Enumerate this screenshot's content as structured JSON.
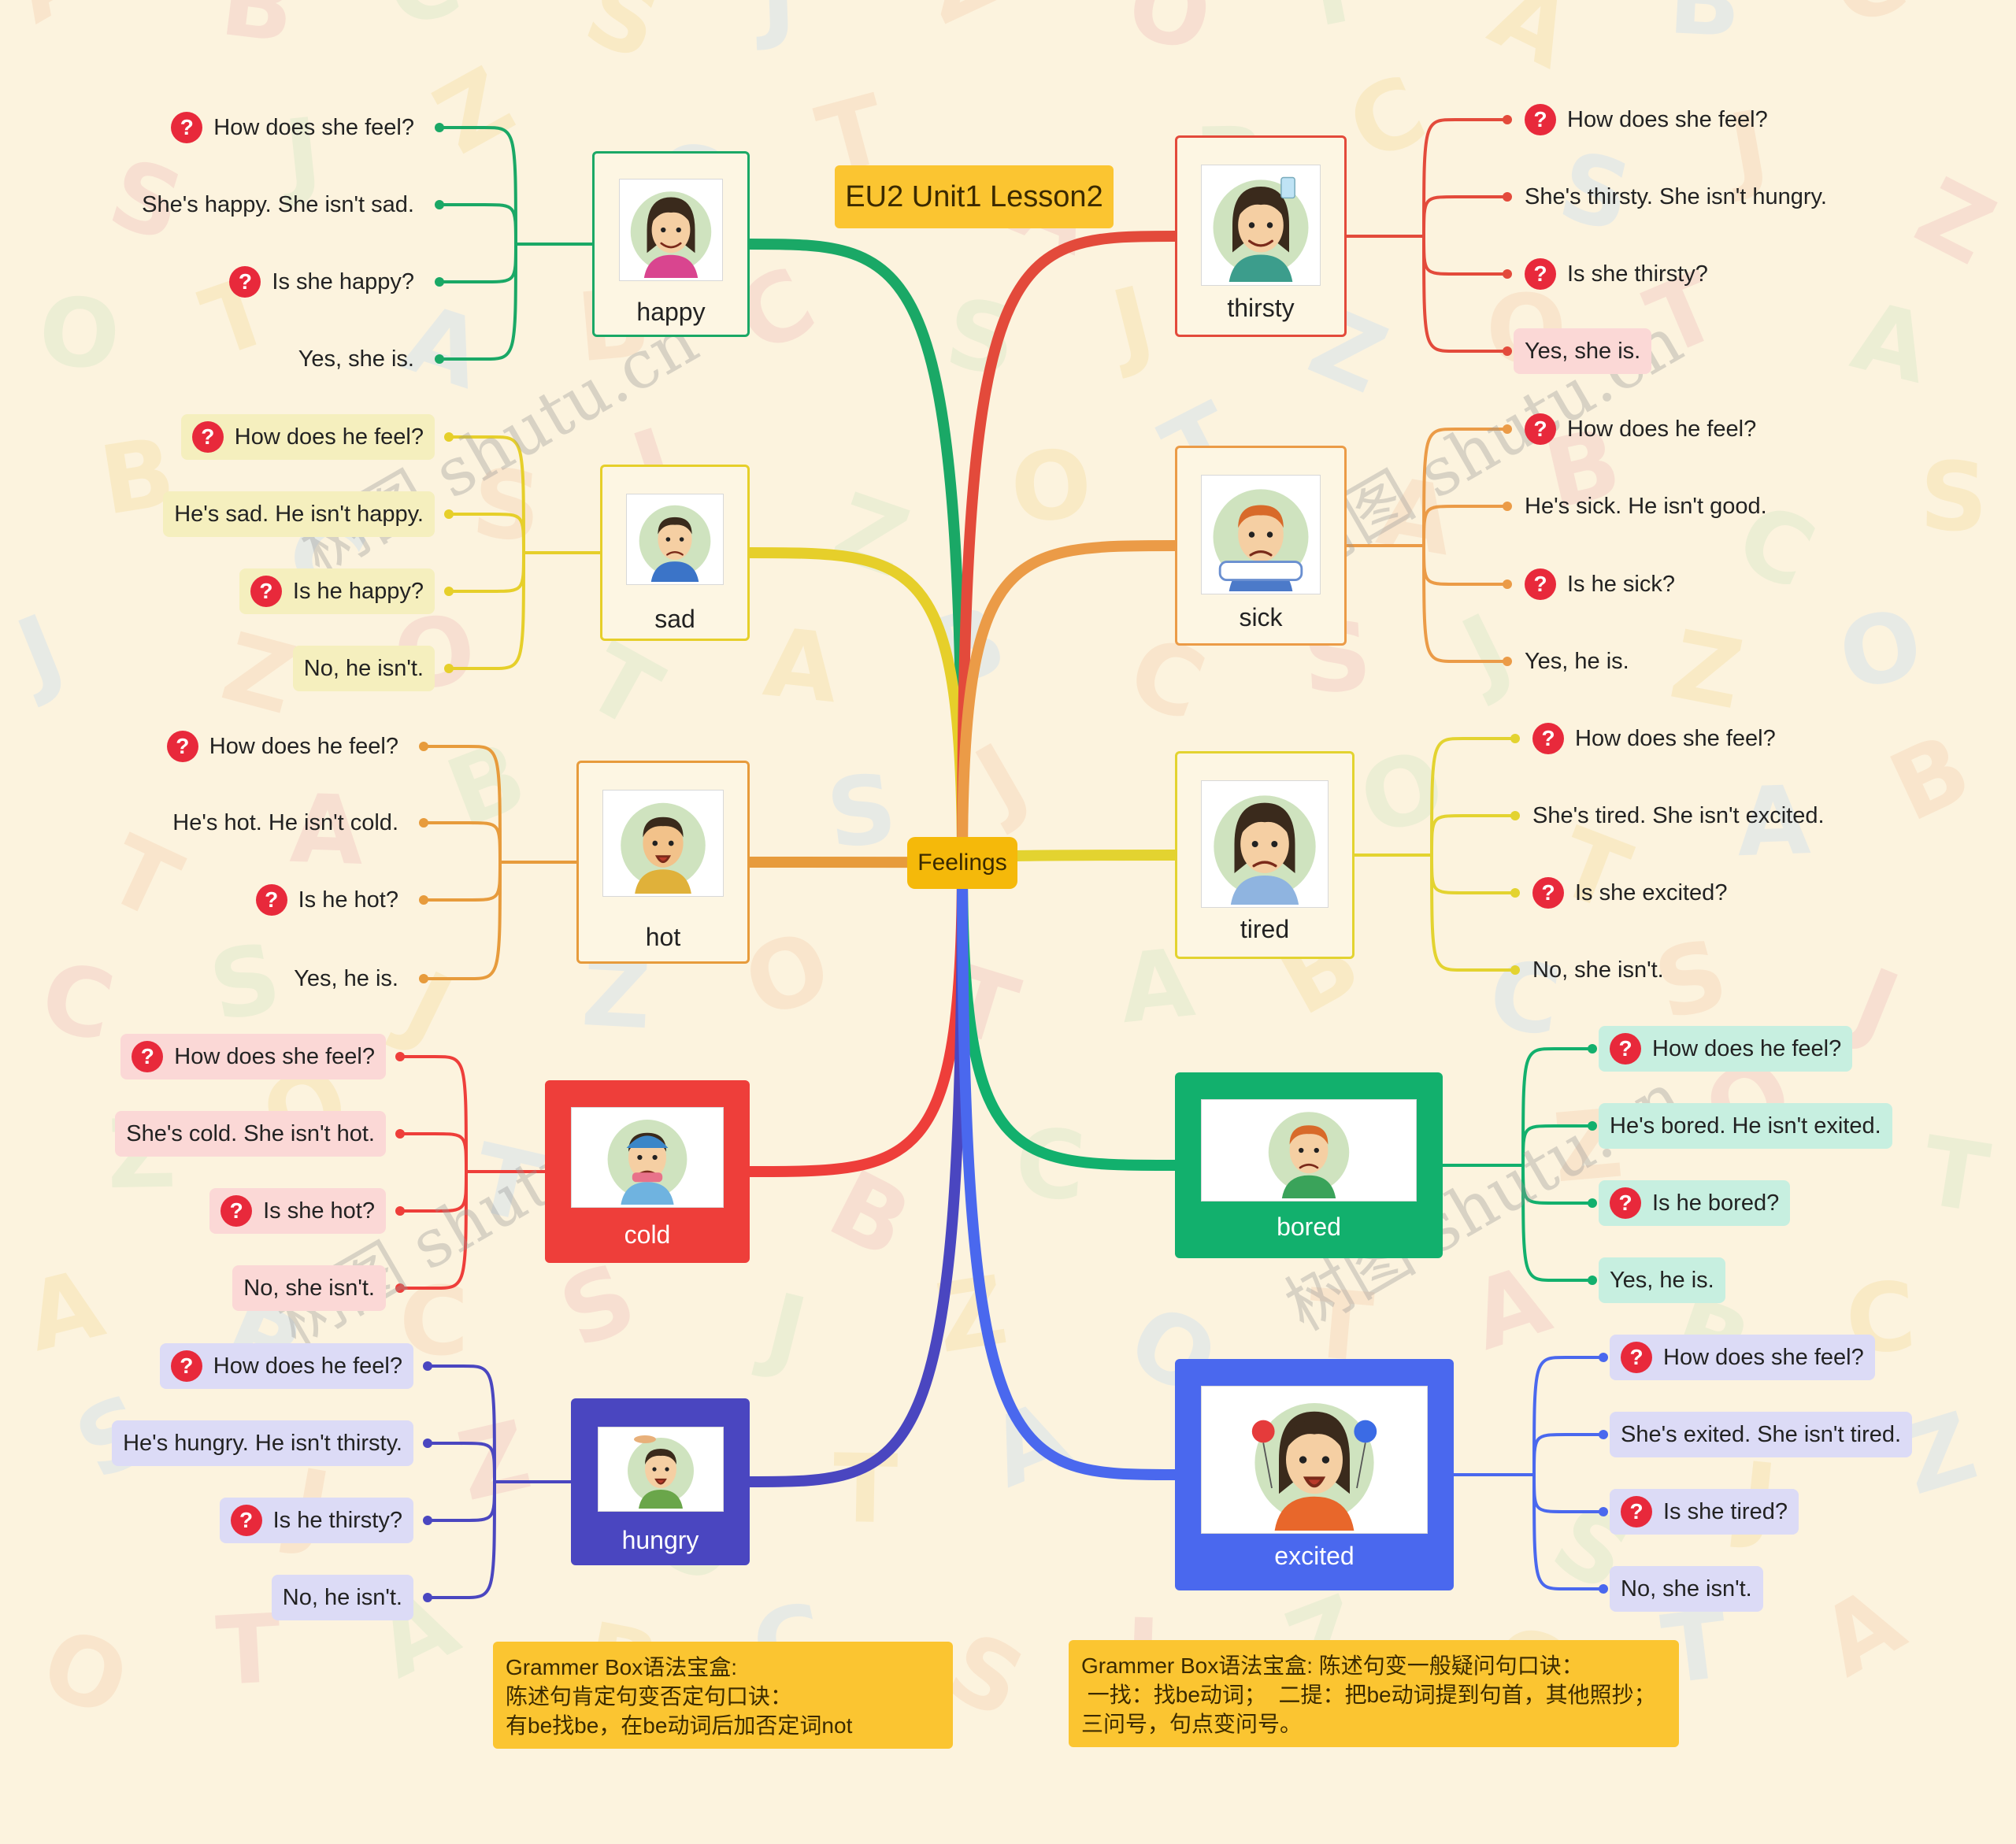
{
  "title": "EU2 Unit1 Lesson2",
  "center": "Feelings",
  "watermark": "树图 shutu.cn",
  "colors": {
    "background": "#fcf3de",
    "question_icon": "#e8293b",
    "central_box": "#f5b90a"
  },
  "topics": [
    {
      "label": "happy",
      "color": "#1aa866",
      "face": "girl-smiling",
      "leaves": [
        {
          "text": "How does she feel?",
          "question": true
        },
        {
          "text": "She's happy. She isn't sad.",
          "question": false
        },
        {
          "text": "Is she happy?",
          "question": true
        },
        {
          "text": "Yes, she is.",
          "question": false
        }
      ]
    },
    {
      "label": "sad",
      "color": "#e6cf2a",
      "face": "boy-sad",
      "leaves": [
        {
          "text": "How does he feel?",
          "question": true
        },
        {
          "text": "He's sad. He isn't happy.",
          "question": false
        },
        {
          "text": "Is he happy?",
          "question": true
        },
        {
          "text": "No, he isn't.",
          "question": false
        }
      ]
    },
    {
      "label": "hot",
      "color": "#e79b3c",
      "face": "boy-hot",
      "leaves": [
        {
          "text": "How does he feel?",
          "question": true
        },
        {
          "text": "He's hot. He isn't cold.",
          "question": false
        },
        {
          "text": "Is he hot?",
          "question": true
        },
        {
          "text": "Yes, he is.",
          "question": false
        }
      ]
    },
    {
      "label": "cold",
      "color": "#ee3e3a",
      "face": "child-cold",
      "leaves": [
        {
          "text": "How does she feel?",
          "question": true
        },
        {
          "text": "She's cold. She isn't hot.",
          "question": false
        },
        {
          "text": "Is she hot?",
          "question": true
        },
        {
          "text": "No, she isn't.",
          "question": false
        }
      ]
    },
    {
      "label": "hungry",
      "color": "#4a46c0",
      "face": "boy-hungry",
      "leaves": [
        {
          "text": "How does he feel?",
          "question": true
        },
        {
          "text": "He's hungry. He isn't thirsty.",
          "question": false
        },
        {
          "text": "Is he thirsty?",
          "question": true
        },
        {
          "text": "No, he isn't.",
          "question": false
        }
      ]
    },
    {
      "label": "thirsty",
      "color": "#e34a3b",
      "face": "girl-thirsty",
      "leaves": [
        {
          "text": "How does she feel?",
          "question": true
        },
        {
          "text": "She's thirsty. She isn't hungry.",
          "question": false
        },
        {
          "text": "Is she thirsty?",
          "question": true
        },
        {
          "text": "Yes, she is.",
          "question": false
        }
      ]
    },
    {
      "label": "sick",
      "color": "#eb9b47",
      "face": "boy-sick",
      "leaves": [
        {
          "text": "How does he feel?",
          "question": true
        },
        {
          "text": "He's sick. He isn't good.",
          "question": false
        },
        {
          "text": "Is he sick?",
          "question": true
        },
        {
          "text": "Yes, he is.",
          "question": false
        }
      ]
    },
    {
      "label": "tired",
      "color": "#e3d330",
      "face": "girl-tired",
      "leaves": [
        {
          "text": "How does she feel?",
          "question": true
        },
        {
          "text": "She's tired. She isn't excited.",
          "question": false
        },
        {
          "text": "Is she excited?",
          "question": true
        },
        {
          "text": "No, she isn't.",
          "question": false
        }
      ]
    },
    {
      "label": "bored",
      "color": "#12b06d",
      "face": "boy-bored",
      "leaves": [
        {
          "text": "How does he feel?",
          "question": true
        },
        {
          "text": "He's bored. He isn't exited.",
          "question": false
        },
        {
          "text": "Is he bored?",
          "question": true
        },
        {
          "text": "Yes, he is.",
          "question": false
        }
      ]
    },
    {
      "label": "excited",
      "color": "#4a68ee",
      "face": "girl-excited",
      "leaves": [
        {
          "text": "How does she feel?",
          "question": true
        },
        {
          "text": "She's exited. She isn't tired.",
          "question": false
        },
        {
          "text": "Is she tired?",
          "question": true
        },
        {
          "text": "No, she isn't.",
          "question": false
        }
      ]
    }
  ],
  "grammar_boxes": [
    {
      "lines": [
        "Grammer Box语法宝盒:",
        "陈述句肯定句变否定句口诀：",
        "有be找be，在be动词后加否定词not"
      ]
    },
    {
      "lines": [
        "Grammer Box语法宝盒: 陈述句变一般疑问句口诀：",
        " 一找：找be动词；  二提：把be动词提到句首，其他照抄；",
        "三问号，句点变问号。"
      ]
    }
  ]
}
